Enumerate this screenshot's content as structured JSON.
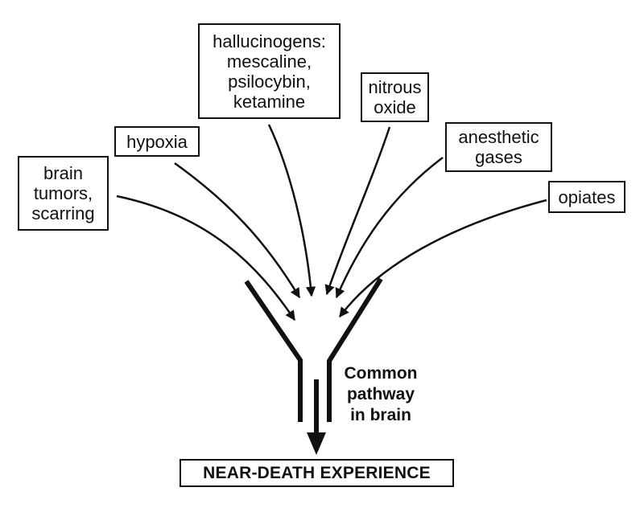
{
  "diagram": {
    "causes": [
      {
        "id": "brain-tumors",
        "lines": [
          "brain",
          "tumors,",
          "scarring"
        ]
      },
      {
        "id": "hypoxia",
        "lines": [
          "hypoxia"
        ]
      },
      {
        "id": "hallucinogens",
        "lines": [
          "hallucinogens:",
          "mescaline,",
          "psilocybin,",
          "ketamine"
        ]
      },
      {
        "id": "nitrous-oxide",
        "lines": [
          "nitrous",
          "oxide"
        ]
      },
      {
        "id": "anesthetic-gases",
        "lines": [
          "anesthetic",
          "gases"
        ]
      },
      {
        "id": "opiates",
        "lines": [
          "opiates"
        ]
      }
    ],
    "pathway_label": [
      "Common",
      "pathway",
      "in brain"
    ],
    "outcome": "NEAR-DEATH EXPERIENCE",
    "colors": {
      "stroke": "#111111",
      "background": "#ffffff"
    }
  }
}
